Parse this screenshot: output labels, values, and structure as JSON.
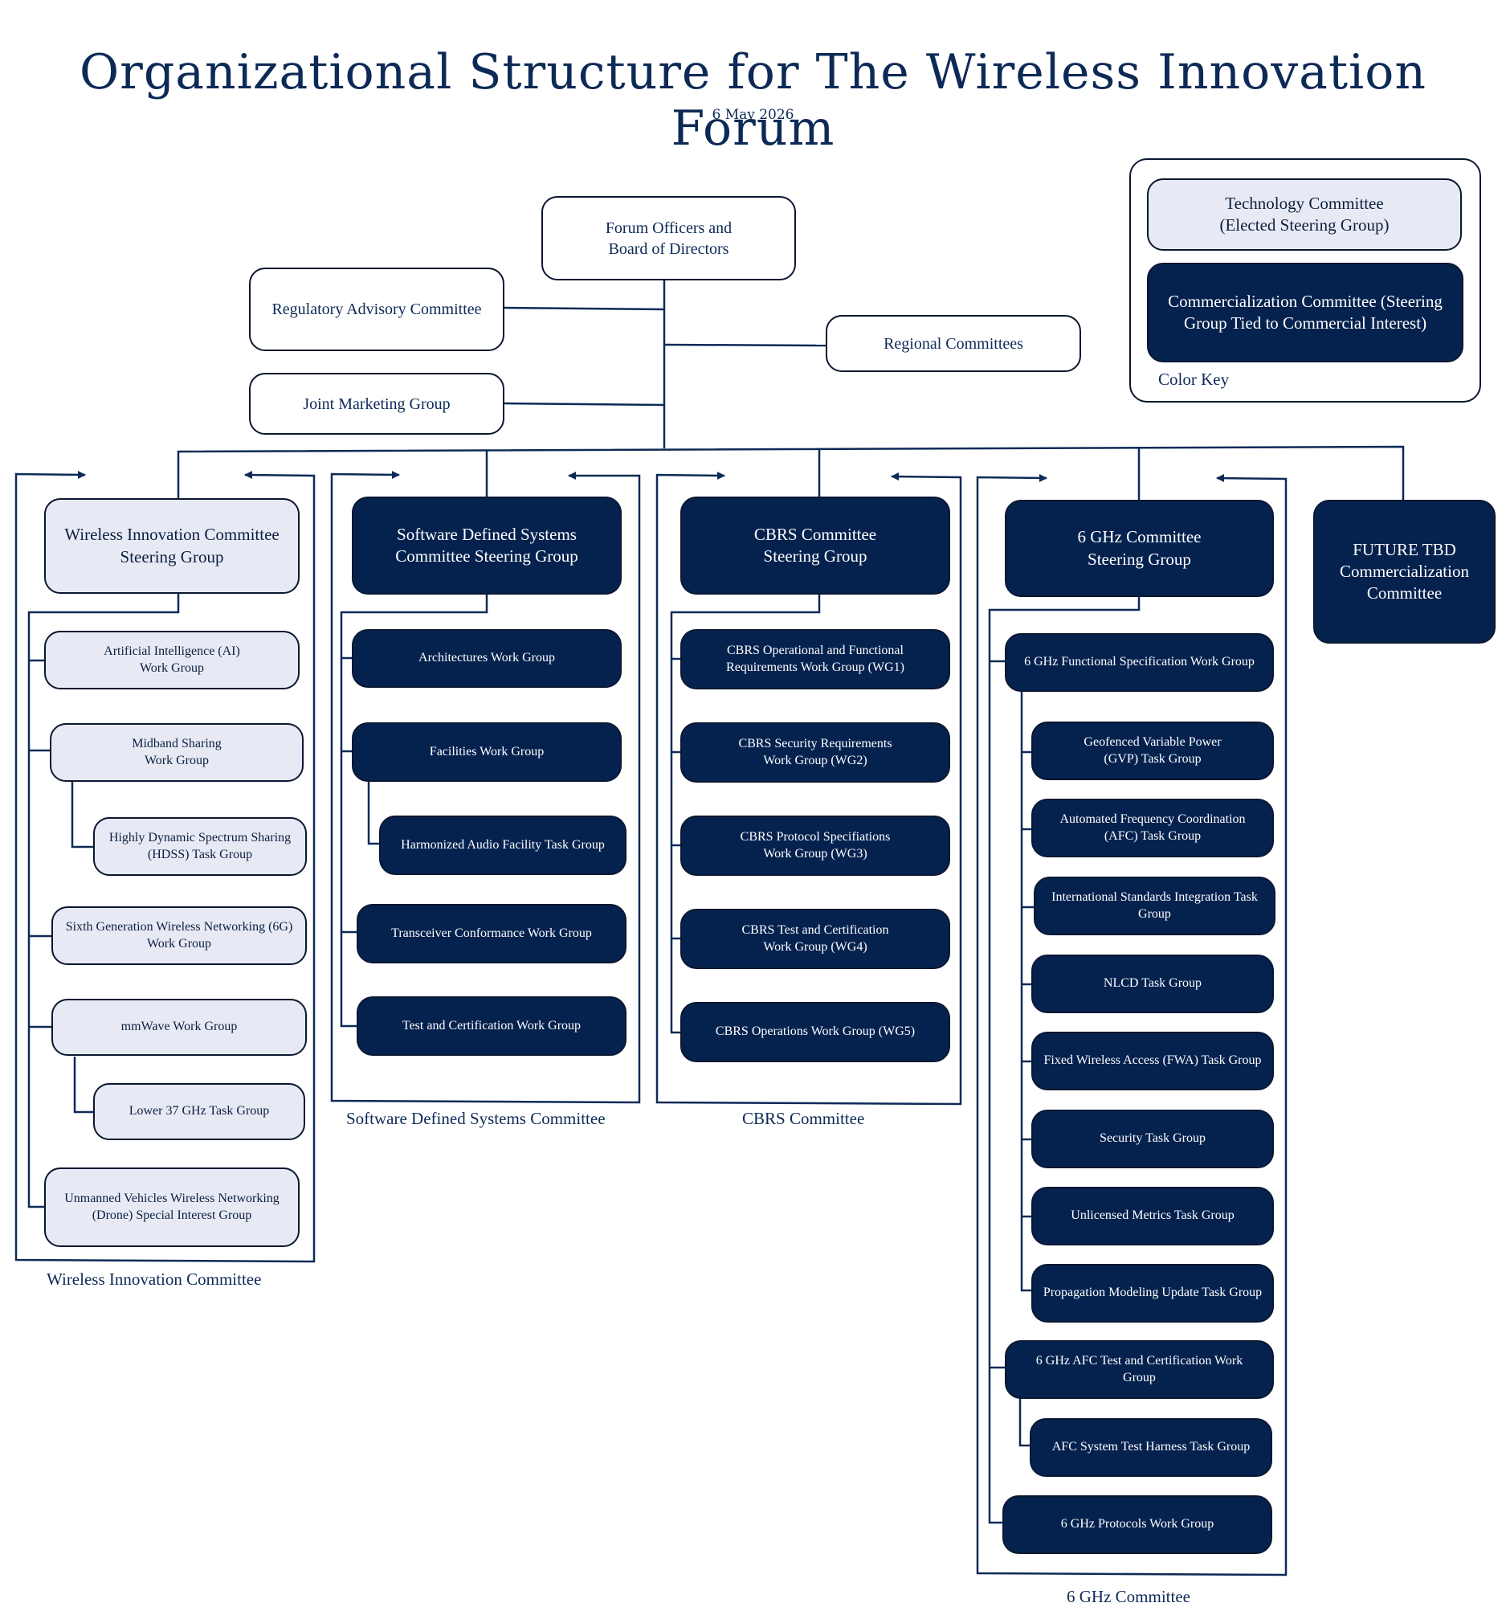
{
  "title": "Organizational Structure for The Wireless Innovation Forum",
  "date": "6 May 2026",
  "colors": {
    "navy": "#05224f",
    "light": "#e7eaf5",
    "text": "#0d2a57",
    "line": "#0d2a57"
  },
  "top": {
    "officers": "Forum Officers and\nBoard of Directors",
    "regulatory": "Regulatory Advisory Committee",
    "marketing": "Joint Marketing Group",
    "regional": "Regional Committees"
  },
  "key": {
    "technology": "Technology Committee\n(Elected Steering Group)",
    "commercial": "Commercialization Committee (Steering\nGroup Tied to Commercial Interest)",
    "label": "Color Key"
  },
  "wic": {
    "steering": "Wireless Innovation Committee\nSteering Group",
    "caption": "Wireless Innovation Committee",
    "items": [
      "Artificial Intelligence (AI)\nWork Group",
      "Midband Sharing\nWork Group",
      "Highly Dynamic Spectrum Sharing\n(HDSS) Task Group",
      "Sixth Generation Wireless Networking (6G)\nWork Group",
      "mmWave Work Group",
      "Lower 37 GHz Task Group",
      "Unmanned Vehicles Wireless Networking\n(Drone) Special Interest Group"
    ]
  },
  "sds": {
    "steering": "Software Defined Systems\nCommittee Steering Group",
    "caption": "Software Defined Systems Committee",
    "items": [
      "Architectures Work Group",
      "Facilities Work Group",
      "Harmonized Audio Facility Task Group",
      "Transceiver Conformance Work Group",
      "Test and Certification Work Group"
    ]
  },
  "cbrs": {
    "steering": "CBRS Committee\nSteering Group",
    "caption": "CBRS Committee",
    "items": [
      "CBRS Operational and Functional\nRequirements Work Group (WG1)",
      "CBRS Security Requirements\nWork Group  (WG2)",
      "CBRS Protocol Specifiations\nWork Group (WG3)",
      "CBRS Test and Certification\nWork Group  (WG4)",
      "CBRS Operations Work Group (WG5)"
    ]
  },
  "ghz": {
    "steering": "6 GHz Committee\nSteering Group",
    "caption": "6 GHz Committee",
    "items": [
      "6 GHz Functional Specification Work Group",
      "Geofenced Variable Power\n(GVP) Task Group",
      "Automated Frequency Coordination\n(AFC) Task Group",
      "International Standards Integration  Task\nGroup",
      "NLCD Task Group",
      "Fixed Wireless Access (FWA) Task Group",
      "Security Task Group",
      "Unlicensed Metrics Task Group",
      "Propagation Modeling Update Task Group",
      "6 GHz AFC Test and Certification Work\nGroup",
      "AFC System Test Harness Task Group",
      "6 GHz Protocols Work Group"
    ]
  },
  "future": "FUTURE TBD\nCommercialization\nCommittee"
}
